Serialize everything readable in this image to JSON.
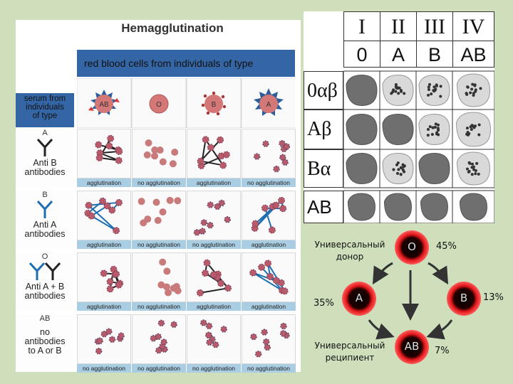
{
  "left_panel": {
    "title": "Hemagglutination",
    "rbc_header": "red blood cells from individuals of type",
    "serum_header": [
      "serum from",
      "individuals",
      "of type"
    ],
    "rbc_types": [
      "AB",
      "O",
      "B",
      "A"
    ],
    "rows": [
      {
        "type": "A",
        "label": [
          "Anti B",
          "antibodies"
        ],
        "results": [
          "agglutination",
          "no agglutination",
          "agglutination",
          "no agglutination"
        ]
      },
      {
        "type": "B",
        "label": [
          "Anti A",
          "antibodies"
        ],
        "results": [
          "agglutination",
          "no agglutination",
          "no agglutination",
          "agglutination"
        ]
      },
      {
        "type": "O",
        "label": [
          "Anti A + B",
          "antibodies"
        ],
        "results": [
          "agglutination",
          "no agglutination",
          "agglutination",
          "agglutination"
        ]
      },
      {
        "type": "AB",
        "label": [
          "no",
          "antibodies",
          "to A or B"
        ],
        "results": [
          "no agglutination",
          "no agglutination",
          "no agglutination",
          "no agglutination"
        ]
      }
    ]
  },
  "table": {
    "roman": [
      "I",
      "II",
      "III",
      "IV"
    ],
    "groups": [
      "0",
      "A",
      "B",
      "AB"
    ],
    "rows": [
      {
        "label": "0αβ",
        "cells": [
          false,
          true,
          true,
          true
        ]
      },
      {
        "label": "Aβ",
        "cells": [
          false,
          false,
          true,
          true
        ]
      },
      {
        "label": "Bα",
        "cells": [
          false,
          true,
          false,
          true
        ]
      },
      {
        "label": "AB",
        "cells": [
          false,
          false,
          false,
          false
        ]
      }
    ]
  },
  "transfusion": {
    "donor_label": [
      "Универсальный",
      "донор"
    ],
    "recipient_label": [
      "Универсальный",
      "реципиент"
    ],
    "nodes": [
      {
        "id": "O",
        "label": "O",
        "percent": "45%"
      },
      {
        "id": "A",
        "label": "A",
        "percent": "35%"
      },
      {
        "id": "B",
        "label": "B",
        "percent": "13%"
      },
      {
        "id": "AB",
        "label": "AB",
        "percent": "7%"
      }
    ]
  },
  "colors": {
    "blue_header": "#3465a4",
    "caption_bg": "#a9cde2",
    "antibody": "#1f6fb0",
    "cell_red": "#c94a4a",
    "node_red": "#e0161a"
  }
}
